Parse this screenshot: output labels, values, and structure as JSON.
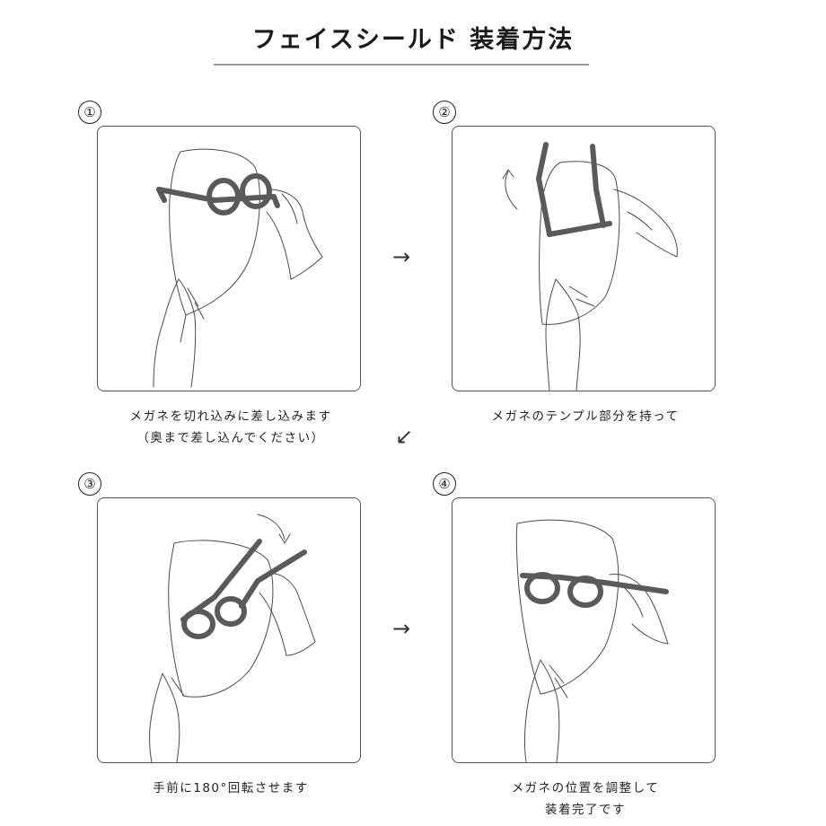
{
  "title": "フェイスシールド 装着方法",
  "steps": [
    {
      "number": "①",
      "caption_line1": "メガネを切れ込みに差し込みます",
      "caption_line2": "（奥まで差し込んでください）"
    },
    {
      "number": "②",
      "caption_line1": "メガネのテンプル部分を持って",
      "caption_line2": ""
    },
    {
      "number": "③",
      "caption_line1": "手前に180°回転させます",
      "caption_line2": ""
    },
    {
      "number": "④",
      "caption_line1": "メガネの位置を調整して",
      "caption_line2": "装着完了です"
    }
  ],
  "arrows": {
    "right": "→",
    "down_left": "↙"
  },
  "colors": {
    "line": "#4a4a4a",
    "frame": "#5a5a5a",
    "text": "#222222"
  }
}
